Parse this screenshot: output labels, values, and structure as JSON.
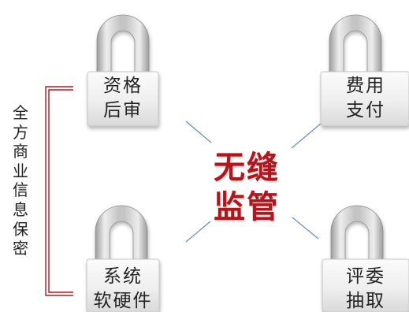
{
  "locks": [
    {
      "id": "tl",
      "lines": [
        "资格",
        "后审"
      ]
    },
    {
      "id": "tr",
      "lines": [
        "费用",
        "支付"
      ]
    },
    {
      "id": "bl",
      "lines": [
        "系统",
        "软硬件"
      ]
    },
    {
      "id": "br",
      "lines": [
        "评委",
        "抽取"
      ]
    }
  ],
  "center": {
    "lines": [
      "无缝",
      "监管"
    ]
  },
  "side_label": "全方商业信息保密",
  "colors": {
    "center_text": "#b2161c",
    "bracket": "#c0121a",
    "connector": "#6b8fbd",
    "lock_body": "#e9e9e9",
    "shackle": "#bdbdbd"
  }
}
